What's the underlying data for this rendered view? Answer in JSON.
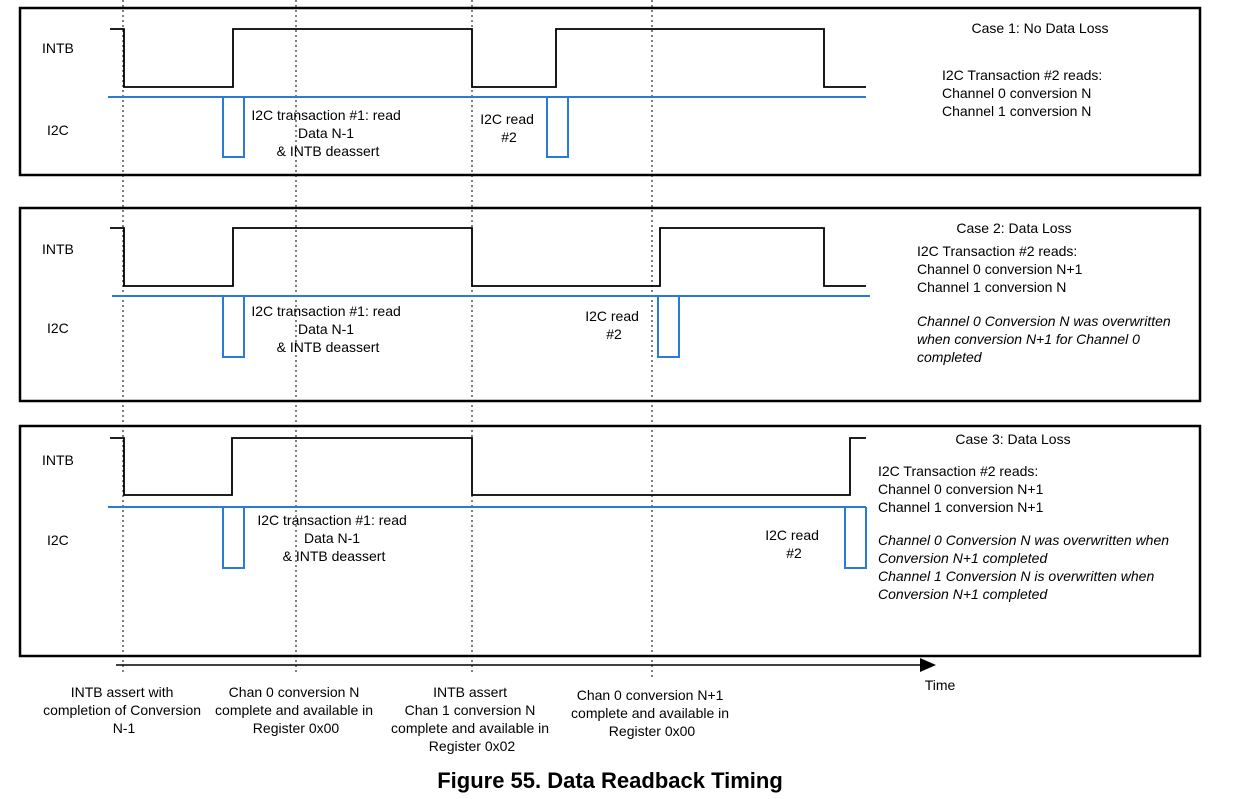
{
  "cases": [
    {
      "title": "Case 1: No Data Loss",
      "intb_label": "INTB",
      "i2c_label": "I2C",
      "read1": [
        "I2C transaction #1: read",
        "Data N-1",
        "& INTB deassert"
      ],
      "read2": [
        "I2C read",
        "#2"
      ],
      "notes": [
        "I2C Transaction #2 reads:",
        "Channel 0 conversion N",
        "Channel 1 conversion N"
      ],
      "italic_notes": []
    },
    {
      "title": "Case 2: Data Loss",
      "intb_label": "INTB",
      "i2c_label": "I2C",
      "read1": [
        "I2C transaction #1: read",
        "Data N-1",
        "& INTB deassert"
      ],
      "read2": [
        "I2C read",
        "#2"
      ],
      "notes": [
        "I2C Transaction #2 reads:",
        "Channel 0 conversion N+1",
        "Channel 1 conversion N"
      ],
      "italic_notes": [
        "Channel 0 Conversion N was overwritten",
        "when conversion N+1 for Channel 0",
        "completed"
      ]
    },
    {
      "title": "Case 3: Data Loss",
      "intb_label": "INTB",
      "i2c_label": "I2C",
      "read1": [
        "I2C transaction #1: read",
        "Data N-1",
        "& INTB deassert"
      ],
      "read2": [
        "I2C read",
        "#2"
      ],
      "notes": [
        "I2C Transaction #2 reads:",
        "Channel 0 conversion N+1",
        "Channel 1 conversion N+1"
      ],
      "italic_notes": [
        "Channel 0 Conversion N was overwritten when",
        "Conversion N+1 completed",
        "Channel 1 Conversion N is overwritten when",
        "Conversion N+1 completed"
      ]
    }
  ],
  "time_label": "Time",
  "events": [
    [
      "INTB assert with",
      "completion of Conversion",
      "N-1"
    ],
    [
      "Chan 0 conversion N",
      "complete and  available in",
      "Register 0x00"
    ],
    [
      "INTB assert",
      "Chan 1 conversion N",
      "complete and available in",
      "Register 0x02"
    ],
    [
      "Chan 0 conversion N+1",
      "complete and  available in",
      "Register 0x00"
    ]
  ],
  "caption": "Figure 55.  Data Readback Timing",
  "colors": {
    "signal": "#000000",
    "i2c": "#2a7bd5",
    "frame": "#000000"
  }
}
